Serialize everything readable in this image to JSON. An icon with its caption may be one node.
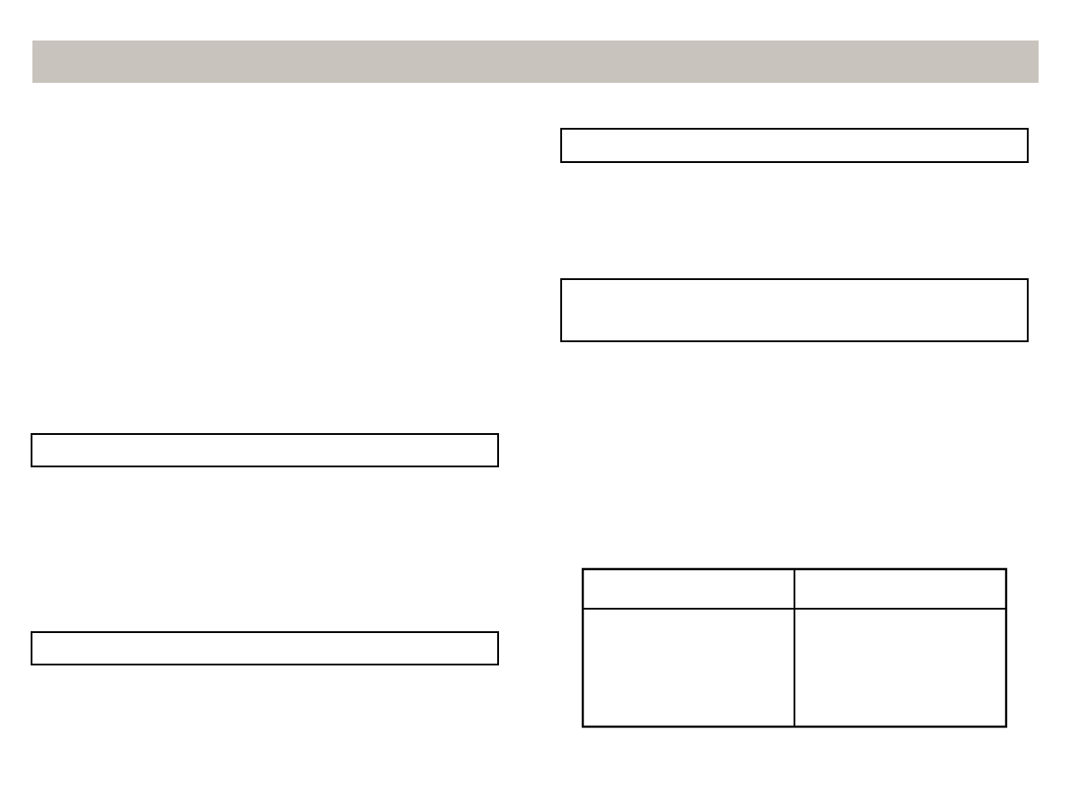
{
  "diagram": {
    "nodes": [
      {
        "text": [],
        "shape": "bar"
      },
      {
        "text": [],
        "shape": "box"
      },
      {
        "text": [],
        "shape": "box"
      },
      {
        "text": [],
        "shape": "box"
      },
      {
        "text": [],
        "shape": "box"
      },
      {
        "text": [],
        "shape": "table"
      }
    ]
  }
}
